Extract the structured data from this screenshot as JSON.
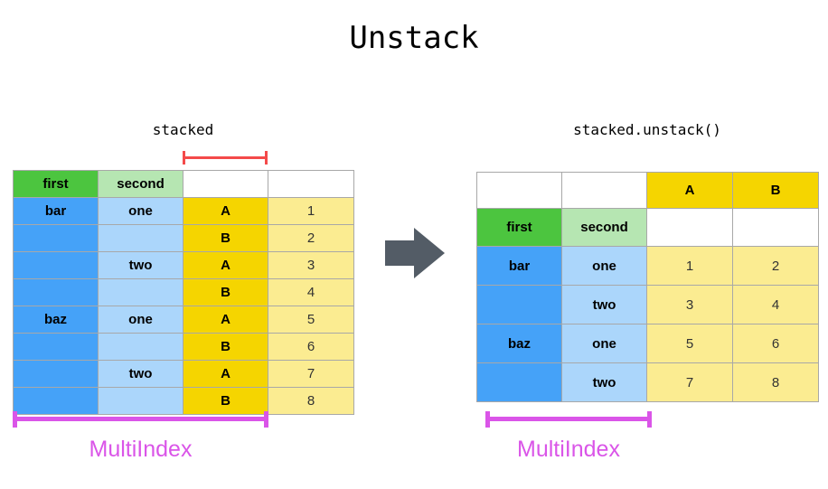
{
  "title": "Unstack",
  "colors": {
    "green": "#4cc53f",
    "light_green": "#b6e6b2",
    "blue": "#45a2f8",
    "light_blue": "#abd6fb",
    "yellow": "#f5d500",
    "light_yellow": "#fbec91",
    "red_bracket": "#f44a4a",
    "multiindex": "#da55e8",
    "arrow": "#535c66"
  },
  "left": {
    "caption": "stacked",
    "multiindex_label": "MultiIndex",
    "header": [
      "first",
      "second",
      "",
      ""
    ],
    "rows": [
      [
        "bar",
        "one",
        "A",
        "1"
      ],
      [
        "",
        "",
        "B",
        "2"
      ],
      [
        "",
        "two",
        "A",
        "3"
      ],
      [
        "",
        "",
        "B",
        "4"
      ],
      [
        "baz",
        "one",
        "A",
        "5"
      ],
      [
        "",
        "",
        "B",
        "6"
      ],
      [
        "",
        "two",
        "A",
        "7"
      ],
      [
        "",
        "",
        "B",
        "8"
      ]
    ]
  },
  "right": {
    "caption": "stacked.unstack()",
    "multiindex_label": "MultiIndex",
    "column_header": [
      "",
      "",
      "A",
      "B"
    ],
    "index_header": [
      "first",
      "second",
      "",
      ""
    ],
    "rows": [
      [
        "bar",
        "one",
        "1",
        "2"
      ],
      [
        "",
        "two",
        "3",
        "4"
      ],
      [
        "baz",
        "one",
        "5",
        "6"
      ],
      [
        "",
        "two",
        "7",
        "8"
      ]
    ]
  },
  "arrow": {
    "direction": "right"
  }
}
